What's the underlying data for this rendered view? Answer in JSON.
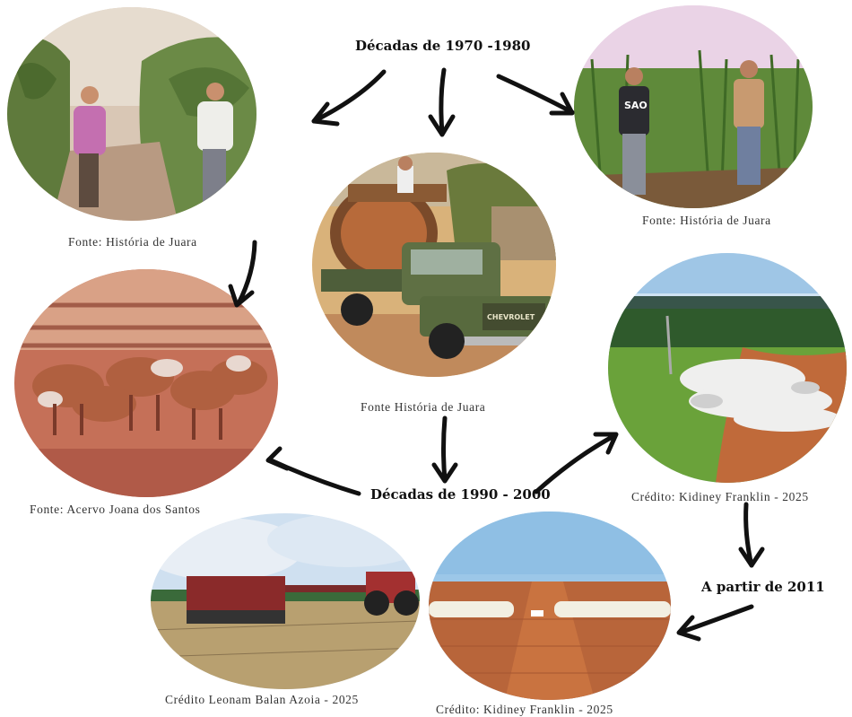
{
  "headings": {
    "decades_1970_1980": "Décadas de 1970 -1980",
    "decades_1990_2000": "Décadas de 1990 - 2000",
    "from_2011": "A partir de 2011"
  },
  "captions": {
    "coffee_farmers": "Fonte: História de Juara",
    "corn_farmers": "Fonte: História de Juara",
    "log_truck": "Fonte História de Juara",
    "cattle_corral": "Fonte: Acervo Joana dos Santos",
    "cattle_road": "Crédito: Kidiney Franklin - 2025",
    "cotton_field": "Crédito: Kidiney Franklin - 2025",
    "planter_tractor": "Crédito Leonam Balan Azoia - 2025"
  },
  "photo_labels": {
    "truck_brand": "CHEVROLET",
    "shirt_text": "SAO"
  },
  "colors": {
    "arrow": "#111111",
    "caption_text": "#333333",
    "heading_text": "#111111"
  }
}
